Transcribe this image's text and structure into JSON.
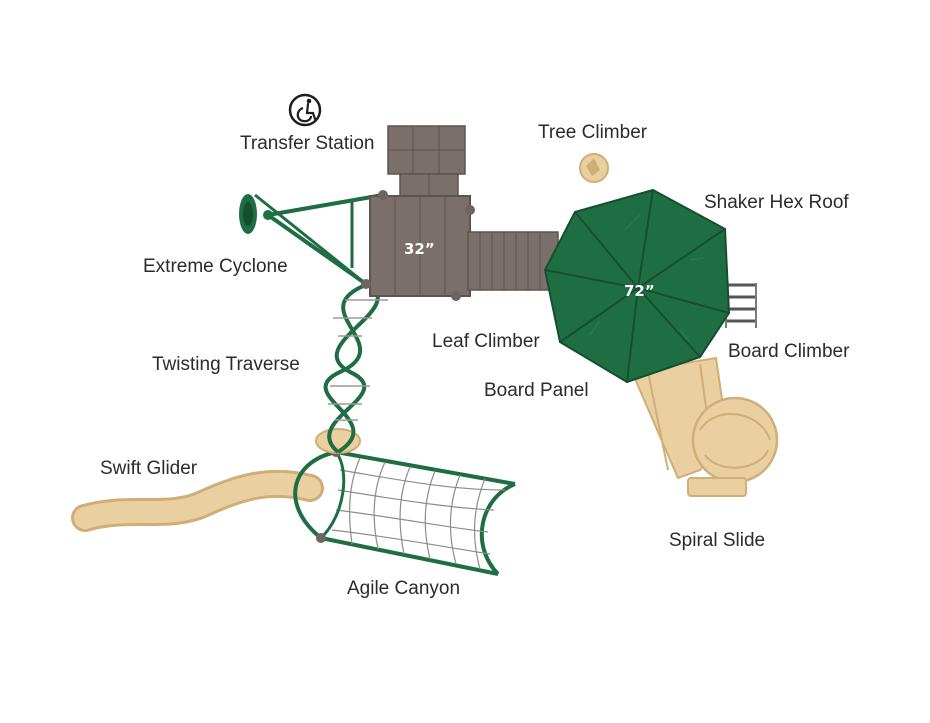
{
  "colors": {
    "green": "#1f6e43",
    "green_dark": "#154f30",
    "deck_gray": "#7b6f6c",
    "deck_gray_dark": "#5d5350",
    "tan": "#ead0a0",
    "tan_dark": "#cfae78",
    "label": "#2b2b2b"
  },
  "accessibility_icon": "wheelchair-accessible-icon",
  "labels": {
    "transfer_station": "Transfer Station",
    "tree_climber": "Tree Climber",
    "shaker_hex_roof": "Shaker Hex Roof",
    "extreme_cyclone": "Extreme Cyclone",
    "leaf_climber": "Leaf Climber",
    "board_climber": "Board Climber",
    "twisting_traverse": "Twisting Traverse",
    "board_panel": "Board Panel",
    "swift_glider": "Swift Glider",
    "spiral_slide": "Spiral Slide",
    "agile_canyon": "Agile Canyon"
  },
  "deck_heights": {
    "small_deck": "32”",
    "hex_deck": "72”"
  }
}
